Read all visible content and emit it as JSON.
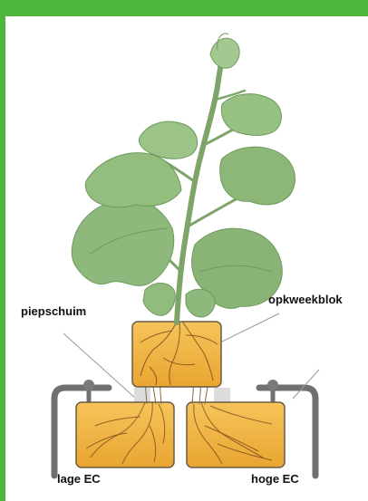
{
  "labels": {
    "piepschuim": "piepschuim",
    "opkweekblok": "opkweekblok",
    "lage_ec": "lage EC",
    "hoge_ec": "hoge EC"
  },
  "colors": {
    "frame_green": "#4fb63e",
    "leaf_green": "#8fb87c",
    "leaf_dark": "#6f9a5c",
    "block_fill": "#f0b23c",
    "block_stroke": "#6a5a44",
    "root_brown": "#7a4b1e",
    "pipe_gray": "#6e6e6e"
  }
}
